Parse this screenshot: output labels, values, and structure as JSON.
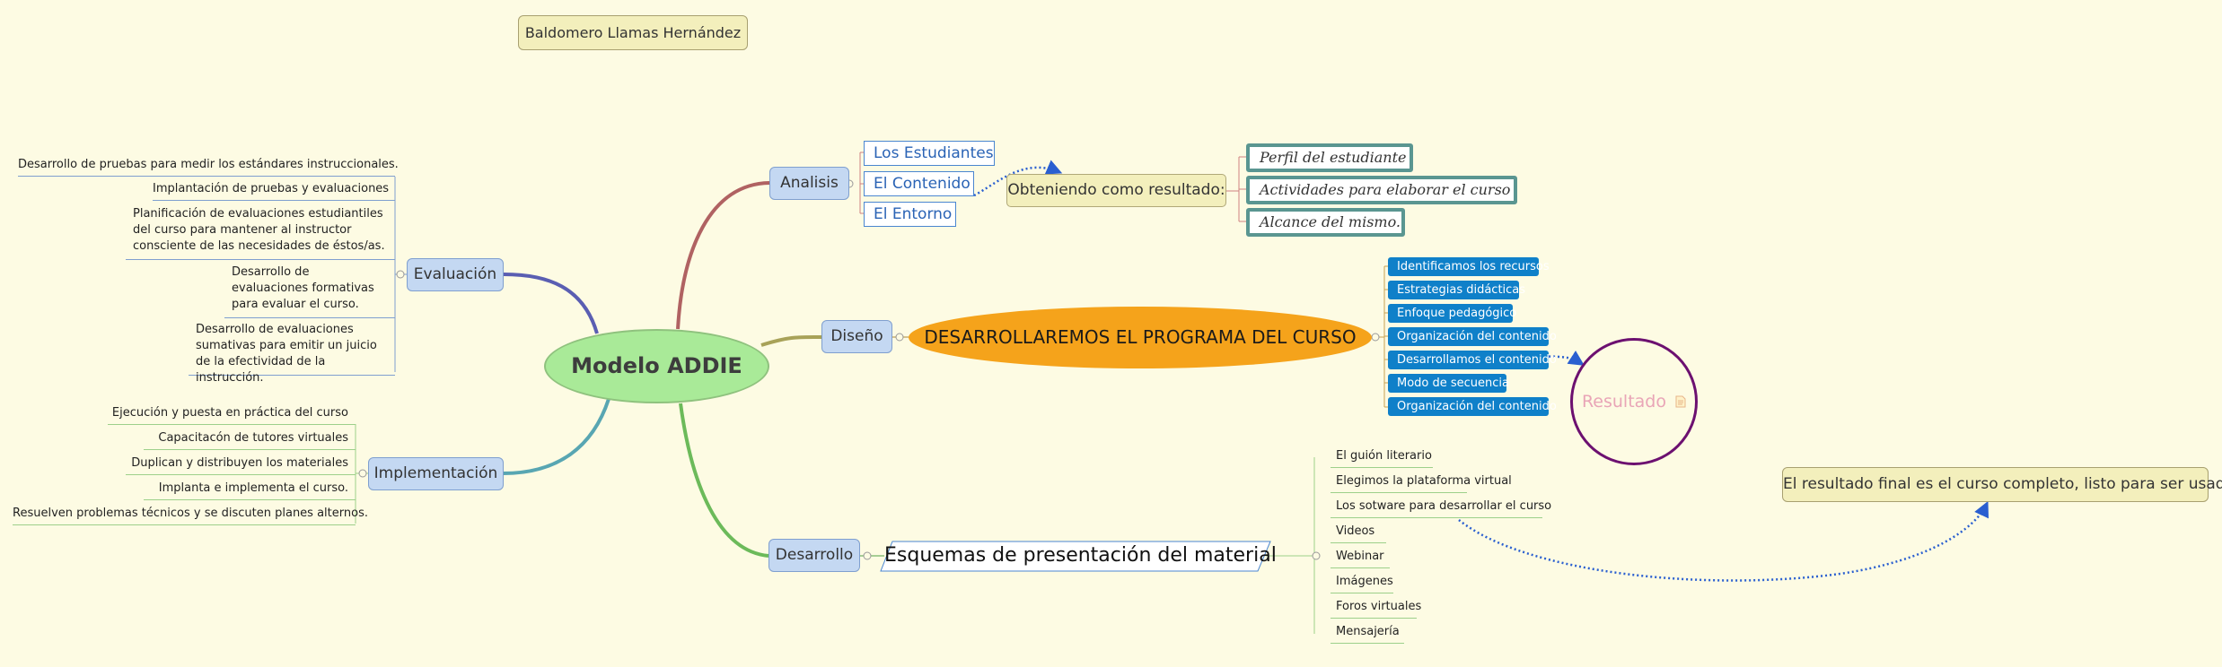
{
  "author": "Baldomero Llamas Hernández",
  "central_topic": "Modelo ADDIE",
  "analisis": {
    "label": "Analisis",
    "items": [
      "Los Estudiantes",
      "El Contenido",
      "El Entorno"
    ],
    "result_label": "Obteniendo como resultado:",
    "results": [
      "Perfil del estudiante",
      "Actividades para elaborar el curso",
      "Alcance del mismo."
    ]
  },
  "diseno": {
    "label": "Diseño",
    "main": "DESARROLLAREMOS EL PROGRAMA DEL CURSO",
    "items": [
      "Identificamos los recursos",
      "Estrategias didácticas",
      "Enfoque pedagógico",
      "Organización del contenido",
      "Desarrollamos el contenido",
      "Modo de secuencia",
      "Organización del contenido"
    ],
    "result_circle": "Resultado",
    "result_icon": "document-icon"
  },
  "desarrollo": {
    "label": "Desarrollo",
    "main": "Esquemas de presentación del material",
    "items": [
      "El guión literario",
      "Elegimos la plataforma virtual",
      "Los sotware para desarrollar el curso",
      "Videos",
      "Webinar",
      "Imágenes",
      "Foros virtuales",
      "Mensajería"
    ],
    "final_result": "El resultado final es el curso completo, listo para ser usado"
  },
  "evaluacion": {
    "label": "Evaluación",
    "items": [
      "Desarrollo de pruebas para medir los estándares instruccionales.",
      "Implantación de pruebas y evaluaciones",
      "Planificación de evaluaciones estudiantiles del curso para mantener al instructor consciente de las necesidades de éstos/as.",
      "Desarrollo de evaluaciones formativas para evaluar el curso.",
      "Desarrollo de evaluaciones sumativas para emitir un juicio de la efectividad de la instrucción."
    ]
  },
  "implementacion": {
    "label": "Implementación",
    "items": [
      "Ejecución y puesta en práctica del curso",
      "Capacitacón de tutores virtuales",
      "Duplican y distribuyen los materiales",
      "Implanta e implementa el curso.",
      "Resuelven problemas técnicos y se discuten planes alternos."
    ]
  },
  "colors": {
    "background": "#fdfbe3",
    "central": "#a9ea98",
    "branch": "#c4d8f2",
    "orange": "#f5a31b",
    "pill": "#0f80c9",
    "teal_border": "#5a9691",
    "circle_border": "#6c1070",
    "arrow": "#2a5fd0"
  }
}
